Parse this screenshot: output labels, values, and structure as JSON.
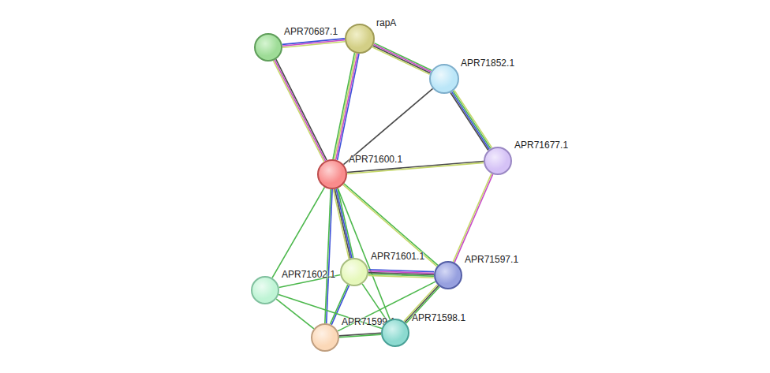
{
  "diagram": {
    "nodes": [
      {
        "text": [
          "APR70687.1"
        ]
      },
      {
        "text": [
          "rapA"
        ]
      },
      {
        "text": [
          "APR71852.1"
        ]
      },
      {
        "text": [
          "APR71600.1"
        ]
      },
      {
        "text": [
          "APR71677.1"
        ]
      },
      {
        "text": [
          "APR71601.1"
        ]
      },
      {
        "text": [
          "APR71597.1"
        ]
      },
      {
        "text": [
          "APR71602.1"
        ]
      },
      {
        "text": [
          "APR71599.1"
        ]
      },
      {
        "text": [
          "APR71598.1"
        ]
      }
    ],
    "edges": [
      {
        "from": 0,
        "to": 1,
        "arrow": "none"
      },
      {
        "from": 0,
        "to": 3,
        "arrow": "none"
      },
      {
        "from": 1,
        "to": 3,
        "arrow": "none"
      },
      {
        "from": 1,
        "to": 2,
        "arrow": "none"
      },
      {
        "from": 2,
        "to": 4,
        "arrow": "none"
      },
      {
        "from": 2,
        "to": 3,
        "arrow": "none"
      },
      {
        "from": 3,
        "to": 4,
        "arrow": "none"
      },
      {
        "from": 4,
        "to": 6,
        "arrow": "none"
      },
      {
        "from": 3,
        "to": 6,
        "arrow": "none"
      },
      {
        "from": 3,
        "to": 5,
        "arrow": "none"
      },
      {
        "from": 3,
        "to": 7,
        "arrow": "none"
      },
      {
        "from": 3,
        "to": 8,
        "arrow": "none"
      },
      {
        "from": 3,
        "to": 9,
        "arrow": "none"
      },
      {
        "from": 5,
        "to": 6,
        "arrow": "none"
      },
      {
        "from": 5,
        "to": 8,
        "arrow": "none"
      },
      {
        "from": 5,
        "to": 9,
        "arrow": "none"
      },
      {
        "from": 7,
        "to": 5,
        "arrow": "none"
      },
      {
        "from": 7,
        "to": 8,
        "arrow": "none"
      },
      {
        "from": 7,
        "to": 9,
        "arrow": "none"
      },
      {
        "from": 8,
        "to": 9,
        "arrow": "none"
      },
      {
        "from": 6,
        "to": 9,
        "arrow": "none"
      },
      {
        "from": 6,
        "to": 8,
        "arrow": "none"
      }
    ]
  }
}
